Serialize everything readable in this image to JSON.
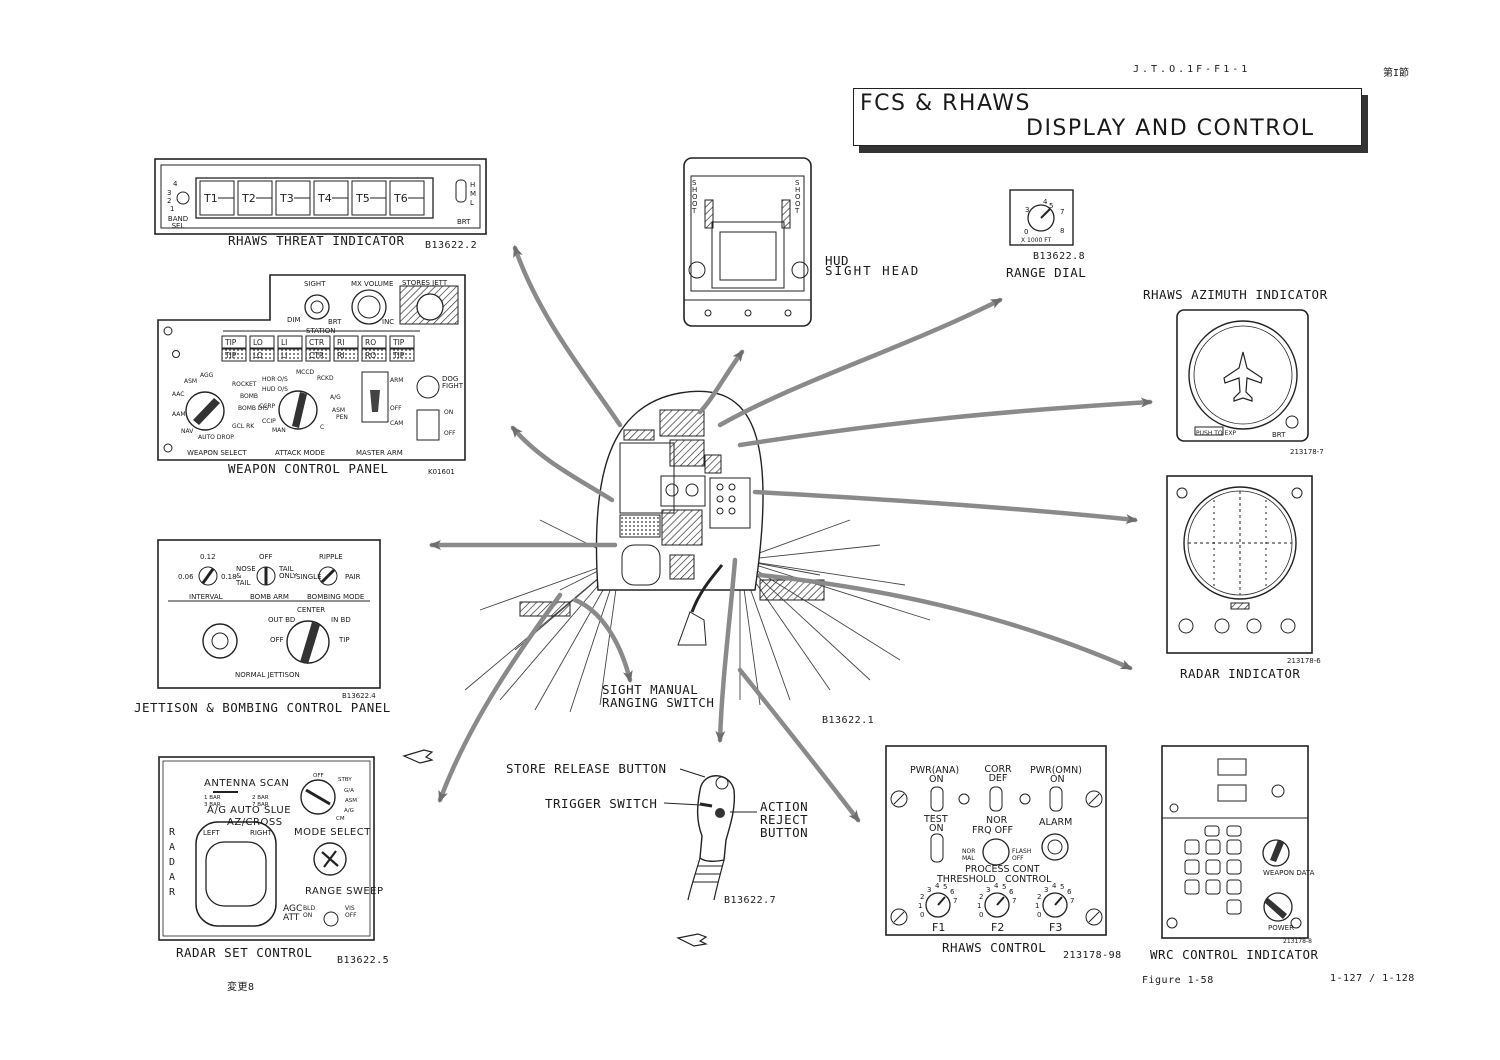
{
  "header": {
    "doc_number": "J.T.O.1F-F1-1",
    "section": "第I節"
  },
  "title": {
    "line1": "FCS & RHAWS",
    "line2": "DISPLAY AND CONTROL"
  },
  "components": {
    "rhaws_threat_indicator": {
      "caption": "RHAWS THREAT INDICATOR",
      "ref": "B13622.2",
      "cells": [
        "T1",
        "T2",
        "T3",
        "T4",
        "T5",
        "T6"
      ],
      "band_sel": "BAND SEL",
      "band_numbers": [
        "4",
        "3",
        "2",
        "1"
      ],
      "brt": "BRT",
      "hml": [
        "H",
        "M",
        "L"
      ]
    },
    "weapon_control_panel": {
      "caption": "WEAPON CONTROL PANEL",
      "ref": "K01601",
      "sight": "SIGHT",
      "mx_volume": "MX VOLUME",
      "stores_jett": "STORES JETT",
      "dim": "DIM",
      "brt": "BRT",
      "inc": "INC",
      "station": "STATION",
      "stations_row1": [
        "TIP",
        "LO",
        "LI",
        "CTR",
        "RI",
        "RO",
        "TIP"
      ],
      "stations_row2": [
        "TIP",
        "LO",
        "LI",
        "CTR",
        "RI",
        "RO",
        "TIP"
      ],
      "weapon_select": "WEAPON SELECT",
      "attack_mode": "ATTACK MODE",
      "master_arm": "MASTER ARM",
      "dog_fight": "DOG FIGHT",
      "weapon_modes": [
        "ASM",
        "AGG",
        "ROCKET",
        "AAC",
        "BOMB",
        "AAM",
        "BOMB DIS",
        "NAV",
        "AUTO DROP",
        "GCL RK"
      ],
      "attack_modes": [
        "MCCD",
        "HOR O/S",
        "RCKD",
        "HUD O/S",
        "A/G",
        "CCRP",
        "ASM",
        "CCIP",
        "PEN",
        "MAN",
        "C"
      ],
      "arm_positions": [
        "ARM",
        "CAM",
        "OFF"
      ],
      "fight_positions": [
        "ON",
        "OFF"
      ]
    },
    "jettison_bombing_panel": {
      "caption": "JETTISON & BOMBING CONTROL PANEL",
      "ref": "B13622.4",
      "interval": "INTERVAL",
      "interval_values": [
        "0.12",
        "0.06",
        "0.18"
      ],
      "bomb_arm": "BOMB ARM",
      "bomb_arm_positions": [
        "OFF",
        "NOSE & TAIL",
        "TAIL ONLY"
      ],
      "bombing_mode": "BOMBING MODE",
      "bombing_positions": [
        "RIPPLE",
        "SINGLE",
        "PAIR"
      ],
      "center": "CENTER",
      "out_bd": "OUT BD",
      "in_bd": "IN BD",
      "off": "OFF",
      "tip": "TIP",
      "normal_jettison": "NORMAL JETTISON"
    },
    "radar_set_control": {
      "caption": "RADAR SET CONTROL",
      "ref": "B13622.5",
      "antenna_scan": "ANTENNA SCAN",
      "az_cross": "AZ/CROSS",
      "left": "LEFT",
      "right": "RIGHT",
      "ag_auto_slue": "A/G AUTO SLUE",
      "mode_select": "MODE SELECT",
      "range_sweep": "RANGE SWEEP",
      "agc_att": "AGC ATT",
      "radar": "RADAR",
      "scan_values": [
        "1 BAR",
        "2 BAR",
        "3 BAR",
        "7 BAR"
      ],
      "mode_values": [
        "OFF",
        "STBY",
        "G/A",
        "ASM",
        "A/G",
        "CM"
      ],
      "sweep_values": [
        "BLD ON",
        "VIS OFF"
      ]
    },
    "hud_sight_head": {
      "caption_line1": "HUD",
      "caption_line2": "SIGHT HEAD",
      "side_label": "SHOOT"
    },
    "range_dial": {
      "caption": "RANGE DIAL",
      "ref": "B13622.8",
      "values": [
        "4",
        "5",
        "3",
        "7",
        "0",
        "8"
      ],
      "unit": "X 1000 FT"
    },
    "rhaws_azimuth_indicator": {
      "caption": "RHAWS AZIMUTH INDICATOR",
      "ref": "213178-7",
      "push_to_exp": "PUSH TO EXP",
      "brt": "BRT"
    },
    "radar_indicator": {
      "caption": "RADAR INDICATOR",
      "ref": "213178-6"
    },
    "rhaws_control": {
      "caption": "RHAWS CONTROL",
      "ref": "213178-98",
      "pwr_ana": "PWR(ANA)",
      "on": "ON",
      "corr_def": "CORR DEF",
      "pwr_omn": "PWR(OMN)",
      "test": "TEST",
      "nor": "NOR",
      "frq_off": "FRQ OFF",
      "alarm": "ALARM",
      "nor_mal": "NOR MAL",
      "flash_off": "FLASH OFF",
      "process_cont": "PROCESS CONT",
      "threshold": "THRESHOLD",
      "control": "CONTROL",
      "knobs": [
        "F1",
        "F2",
        "F3"
      ],
      "dial_numbers": [
        "0",
        "1",
        "2",
        "3",
        "4",
        "5",
        "6",
        "7"
      ]
    },
    "wrc_control_indicator": {
      "caption": "WRC CONTROL INDICATOR",
      "ref": "213178-8",
      "weapon_data": "WEAPON DATA",
      "power": "POWER"
    },
    "stick_grip": {
      "store_release_button": "STORE RELEASE BUTTON",
      "trigger_switch": "TRIGGER SWITCH",
      "action_reject_button": "ACTION REJECT BUTTON",
      "ref": "B13622.7"
    },
    "cockpit": {
      "sight_manual_ranging_switch": "SIGHT MANUAL RANGING SWITCH",
      "ref": "B13622.1"
    }
  },
  "footer": {
    "change_note": "変更8",
    "figure": "Figure 1-58",
    "pages": "1-127 / 1-128"
  },
  "colors": {
    "ink": "#1a1a1a",
    "arrow": "#8a8a8a",
    "paper": "#ffffff"
  }
}
